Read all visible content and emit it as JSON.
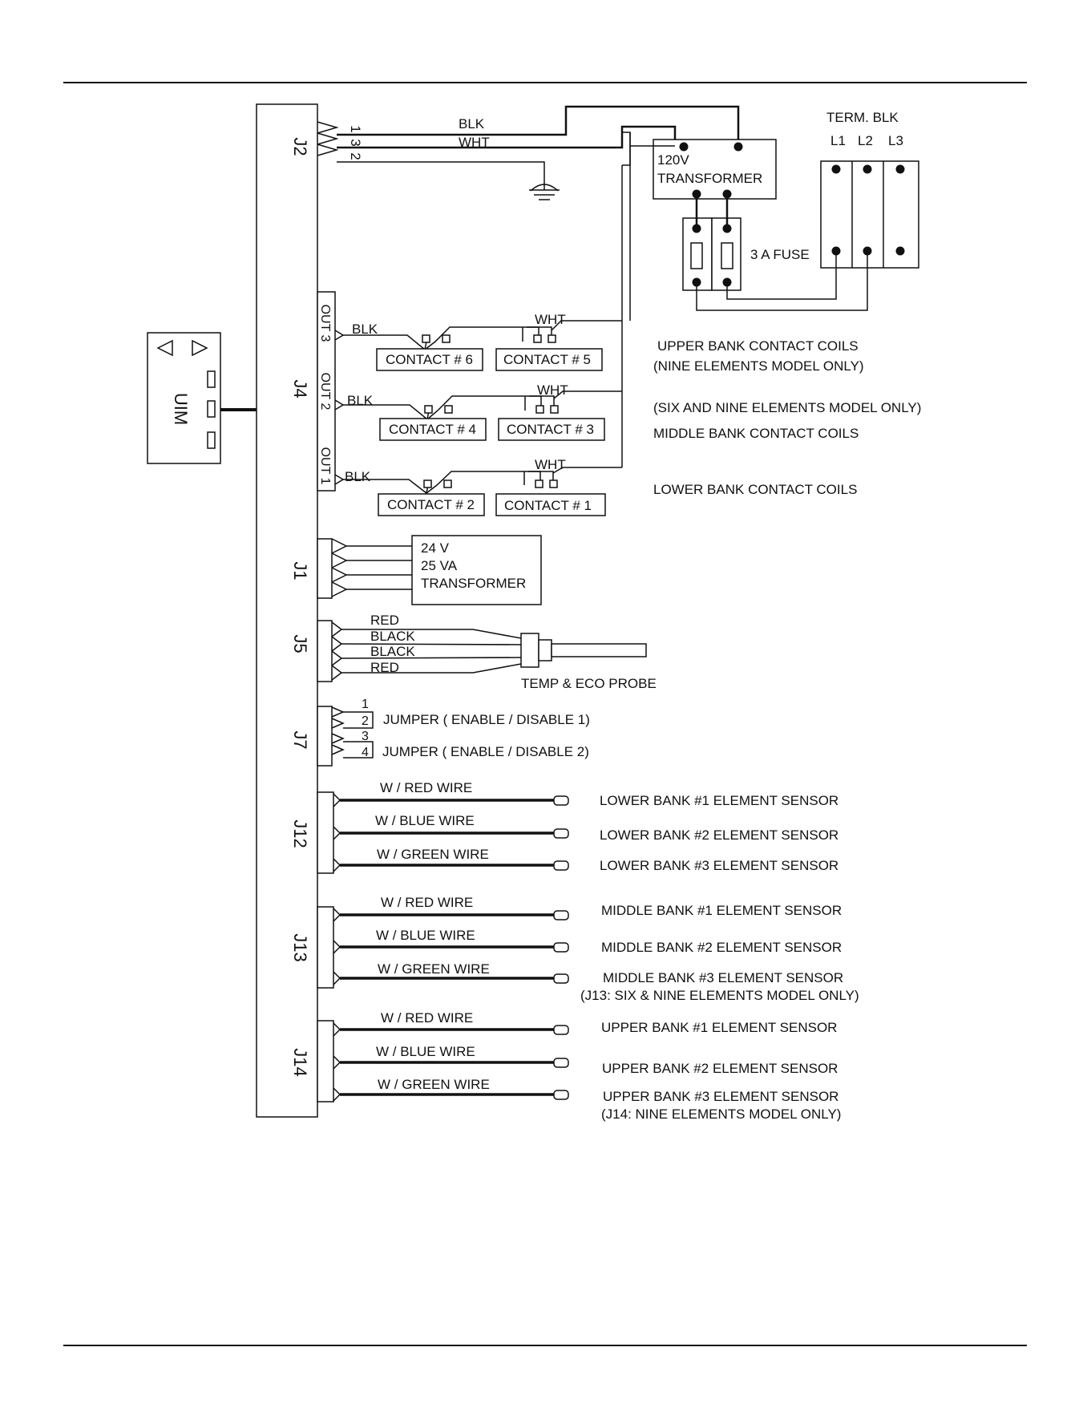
{
  "board": {
    "uim_label": "UIM",
    "connectors": {
      "j2": "J2",
      "j4": "J4",
      "j1": "J1",
      "j5": "J5",
      "j7": "J7",
      "j12": "J12",
      "j13": "J13",
      "j14": "J14"
    }
  },
  "j2_pins": [
    "1",
    "3",
    "2"
  ],
  "j2_wires": {
    "blk": "BLK",
    "wht": "WHT"
  },
  "power": {
    "transformer_120_line1": "120V",
    "transformer_120_line2": "TRANSFORMER",
    "fuse_label": "3 A FUSE",
    "term_block_title": "TERM. BLK",
    "terminals": [
      "L1",
      "L2",
      "L3"
    ]
  },
  "j4_outputs": [
    "OUT 3",
    "OUT 2",
    "OUT 1"
  ],
  "contacts": [
    {
      "blk": "BLK",
      "wht": "WHT",
      "left": "CONTACT # 6",
      "right": "CONTACT # 5"
    },
    {
      "blk": "BLK",
      "wht": "WHT",
      "left": "CONTACT # 4",
      "right": "CONTACT # 3"
    },
    {
      "blk": "BLK",
      "wht": "WHT",
      "left": "CONTACT # 2",
      "right": "CONTACT # 1"
    }
  ],
  "coil_notes": {
    "upper_1": "UPPER BANK CONTACT COILS",
    "upper_2": "(NINE ELEMENTS MODEL ONLY)",
    "middle_1": "(SIX AND NINE ELEMENTS MODEL ONLY)",
    "middle_2": "MIDDLE BANK CONTACT COILS",
    "lower_1": "LOWER BANK CONTACT COILS"
  },
  "j1_transformer": [
    "24 V",
    "25 VA",
    "TRANSFORMER"
  ],
  "j5_wires": [
    "RED",
    "BLACK",
    "BLACK",
    "RED"
  ],
  "probe_label": "TEMP & ECO PROBE",
  "j7": {
    "pins": [
      "1",
      "2",
      "3",
      "4"
    ],
    "jumper1": "JUMPER ( ENABLE / DISABLE 1)",
    "jumper2": "JUMPER ( ENABLE / DISABLE 2)"
  },
  "sensor_groups": [
    {
      "wires": [
        "W / RED WIRE",
        "W / BLUE WIRE",
        "W / GREEN WIRE"
      ],
      "sensors": [
        "LOWER BANK #1 ELEMENT SENSOR",
        "LOWER BANK #2 ELEMENT SENSOR",
        "LOWER BANK #3 ELEMENT SENSOR"
      ],
      "note": ""
    },
    {
      "wires": [
        "W / RED WIRE",
        "W / BLUE WIRE",
        "W / GREEN WIRE"
      ],
      "sensors": [
        "MIDDLE BANK #1 ELEMENT SENSOR",
        "MIDDLE BANK #2 ELEMENT SENSOR",
        "MIDDLE BANK #3 ELEMENT SENSOR"
      ],
      "note": "(J13: SIX  & NINE ELEMENTS MODEL ONLY)"
    },
    {
      "wires": [
        "W / RED WIRE",
        "W / BLUE WIRE",
        "W / GREEN WIRE"
      ],
      "sensors": [
        "UPPER BANK #1 ELEMENT SENSOR",
        "UPPER BANK #2 ELEMENT SENSOR",
        "UPPER BANK #3 ELEMENT SENSOR"
      ],
      "note": "(J14: NINE ELEMENTS MODEL ONLY)"
    }
  ]
}
